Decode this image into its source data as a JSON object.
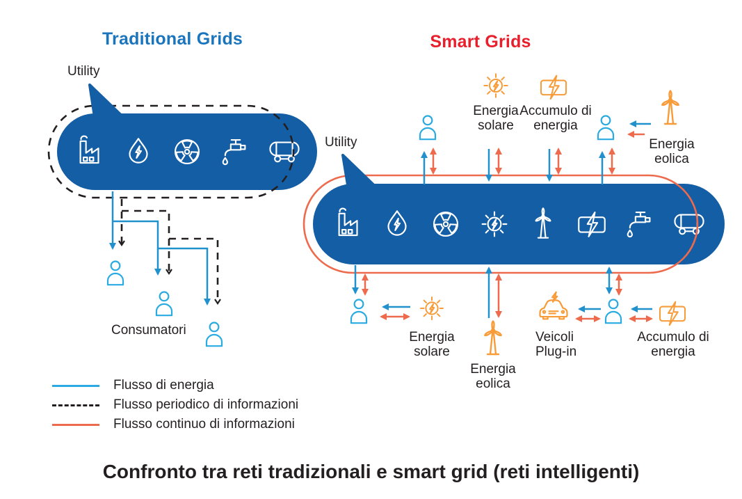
{
  "colors": {
    "title_blue": "#1B75BC",
    "title_red": "#E8202E",
    "pill_blue": "#145EA5",
    "person_blue": "#29ABE2",
    "energy_blue": "#2191CE",
    "info_orange": "#EE6A4D",
    "icon_orange": "#F89C3A",
    "text_dark": "#231F20"
  },
  "traditional": {
    "title": "Traditional Grids",
    "utility_label": "Utility",
    "consumers_label": "Consumatori",
    "icons": [
      "factory",
      "drop",
      "nuclear",
      "tap",
      "tank"
    ]
  },
  "smart": {
    "title": "Smart Grids",
    "utility_label": "Utility",
    "icons": [
      "factory",
      "drop",
      "nuclear",
      "sun",
      "wind",
      "battery",
      "tap",
      "tank"
    ],
    "labels": {
      "solar_top": "Energia solare",
      "storage_top": "Accumulo di energia",
      "wind_top": "Energia eolica",
      "solar_bottom": "Energia solare",
      "wind_bottom": "Energia eolica",
      "vehicles": "Veicoli Plug-in",
      "storage_bottom": "Accumulo di energia"
    }
  },
  "legend": {
    "items": [
      {
        "label": "Flusso di energia",
        "style": "energy"
      },
      {
        "label": "Flusso periodico di informazioni",
        "style": "periodic"
      },
      {
        "label": "Flusso continuo di informazioni",
        "style": "continuous"
      }
    ]
  },
  "caption": "Confronto tra reti tradizionali e smart grid (reti intelligenti)"
}
